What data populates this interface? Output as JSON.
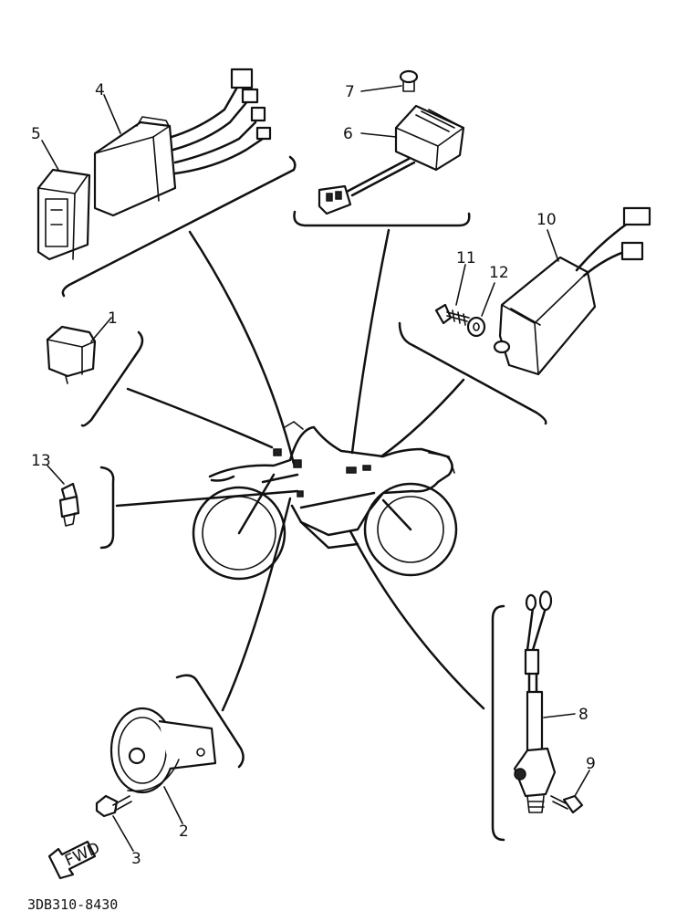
{
  "diagram": {
    "drawing_code": "3DB310-8430",
    "fwd_label": "FWD",
    "parts": [
      {
        "number": "1"
      },
      {
        "number": "2"
      },
      {
        "number": "3"
      },
      {
        "number": "4"
      },
      {
        "number": "5"
      },
      {
        "number": "6"
      },
      {
        "number": "7"
      },
      {
        "number": "8"
      },
      {
        "number": "9"
      },
      {
        "number": "10"
      },
      {
        "number": "11"
      },
      {
        "number": "12"
      },
      {
        "number": "13"
      }
    ]
  }
}
